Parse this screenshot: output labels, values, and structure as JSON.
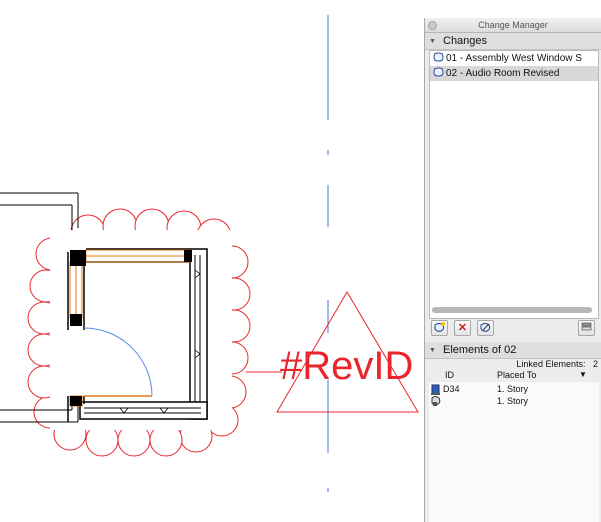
{
  "annotation": {
    "label": "#RevID"
  },
  "palette": {
    "title": "Change Manager",
    "changes_header": "Changes",
    "changes": [
      {
        "label": "01 - Assembly West Window S",
        "selected": false
      },
      {
        "label": "02 - Audio Room Revised",
        "selected": true
      }
    ],
    "toolbar": {
      "new_icon": "new-change-icon",
      "delete_icon": "delete-icon",
      "edit_icon": "edit-icon",
      "options_icon": "layers-icon"
    },
    "elements_header": "Elements of 02",
    "linked_label": "Linked Elements:",
    "linked_count": "2",
    "columns": {
      "id": "ID",
      "placed_to": "Placed To"
    },
    "elements": [
      {
        "id": "D34",
        "placed_to": "1. Story",
        "icon": "door-icon"
      },
      {
        "id": "",
        "placed_to": "1. Story",
        "icon": "revision-icon"
      }
    ]
  },
  "colors": {
    "markup": "#e8262b",
    "wall": "#000000",
    "opening": "#e07a18",
    "swing": "#5a88e6",
    "gridline": "#4a74d8"
  }
}
